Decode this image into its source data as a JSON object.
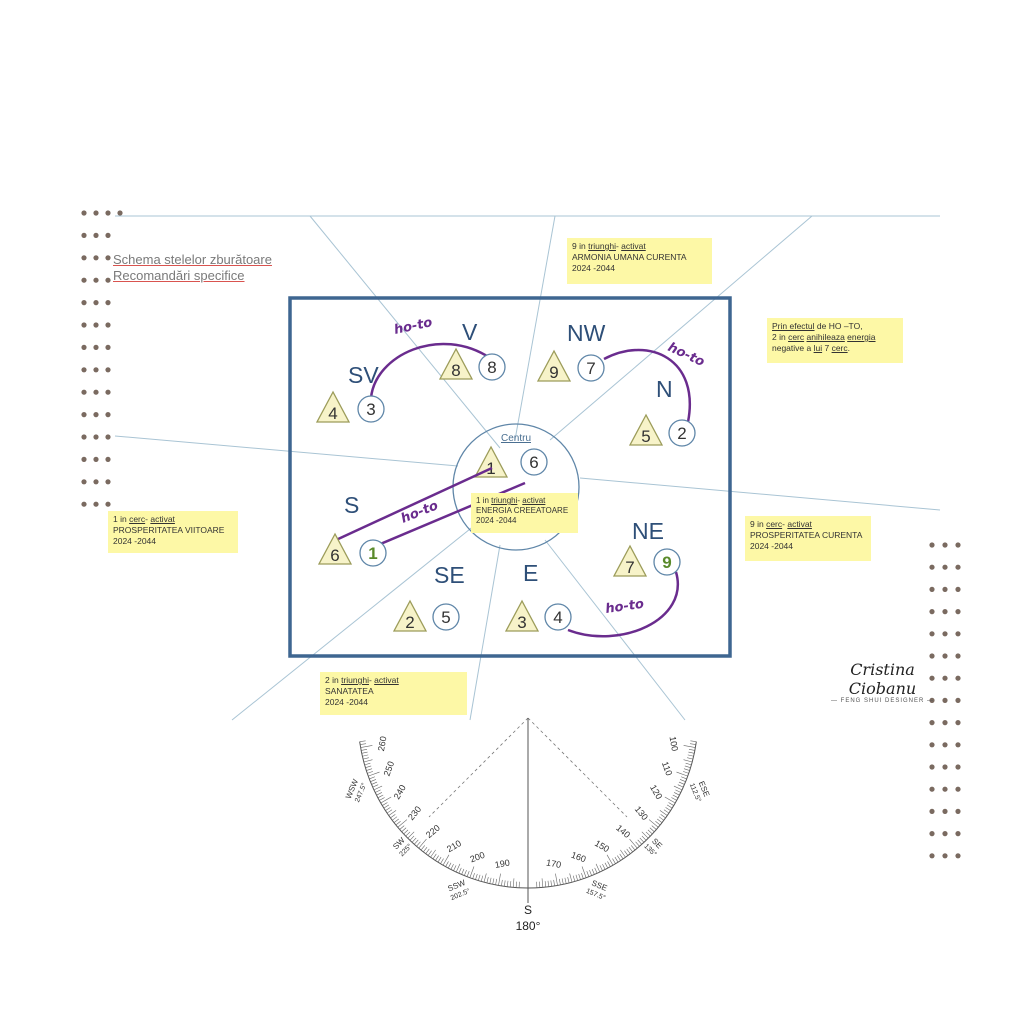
{
  "heading": {
    "line1": "Schema stelelor zburătoare",
    "line2": "Recomandări specifice"
  },
  "center": {
    "label": "Centru",
    "triangle": "1",
    "circle": "6"
  },
  "directions": [
    {
      "key": "sv",
      "label": "SV",
      "triangle": "4",
      "circle": "3",
      "highlight": false
    },
    {
      "key": "v",
      "label": "V",
      "triangle": "8",
      "circle": "8",
      "highlight": false
    },
    {
      "key": "nw",
      "label": "NW",
      "triangle": "9",
      "circle": "7",
      "highlight": false
    },
    {
      "key": "n",
      "label": "N",
      "triangle": "5",
      "circle": "2",
      "highlight": false
    },
    {
      "key": "s",
      "label": "S",
      "triangle": "6",
      "circle": "1",
      "highlight": true
    },
    {
      "key": "se",
      "label": "SE",
      "triangle": "2",
      "circle": "5",
      "highlight": false
    },
    {
      "key": "e",
      "label": "E",
      "triangle": "3",
      "circle": "4",
      "highlight": false
    },
    {
      "key": "ne",
      "label": "NE",
      "triangle": "7",
      "circle": "9",
      "highlight": true
    }
  ],
  "ho_to_label": "ho-to",
  "notes": {
    "armonia": {
      "lead": "9 in ",
      "u1": "triunghi",
      "mid": "- ",
      "u2": "activat",
      "line2": "ARMONIA UMANA CURENTA",
      "line3": "2024 -2044"
    },
    "hoto_effect": {
      "u1": "Prin efectul",
      "t1": " de HO –TO,",
      "t2": " 2 in ",
      "u2": "cerc",
      "t3": " ",
      "u3": "anihileaza",
      "t4": " ",
      "u4": "energia",
      "t5": "negative a ",
      "u5": "lui",
      "t6": " 7 ",
      "u6": "cerc",
      "t7": "."
    },
    "viitoare": {
      "lead": "1 in ",
      "u1": "cerc",
      "mid": "- ",
      "u2": "activat",
      "line2": "PROSPERITATEA VIITOARE",
      "line3": "2024 -2044"
    },
    "creatoare": {
      "lead": "1 in ",
      "u1": "triunghi",
      "mid": "- ",
      "u2": "activat",
      "line2": "ENERGIA CREEATOARE",
      "line3": "2024 -2044"
    },
    "curenta": {
      "lead": "9 in ",
      "u1": "cerc",
      "mid": "- ",
      "u2": "activat",
      "line2": "PROSPERITATEA CURENTA",
      "line3": "2024 -2044"
    },
    "sanatatea": {
      "lead": "2 in ",
      "u1": "triunghi",
      "mid": "- ",
      "u2": "activat",
      "line2": "SANATATEA",
      "line3": "2024 -2044"
    }
  },
  "compass": {
    "degree_labels": [
      "100",
      "110",
      "120",
      "130",
      "140",
      "150",
      "160",
      "170",
      "190",
      "200",
      "210",
      "220",
      "230",
      "240",
      "250",
      "260"
    ],
    "ese": {
      "name": "ESE",
      "deg": "112.5°"
    },
    "se": {
      "name": "SE",
      "deg": "135°"
    },
    "sse": {
      "name": "SSE",
      "deg": "157.5°"
    },
    "s_name": "S",
    "s_deg": "180°",
    "ssw": {
      "name": "SSW",
      "deg": "202.5°"
    },
    "sw": {
      "name": "SW",
      "deg": "225°"
    },
    "wsw": {
      "name": "WSW",
      "deg": "247.5°"
    }
  },
  "logo": {
    "signature": "Cristina Ciobanu",
    "subtitle": "FENG SHUI DESIGNER"
  },
  "colors": {
    "frame": "#3e6691",
    "label": "#2e4f78",
    "purple": "#6a2c8e",
    "highlight": "#5a8a2a",
    "triangle_fill": "#f7f3c9",
    "triangle_stroke": "#9c9c5a",
    "circle_stroke": "#5f86a8",
    "guide": "#a9c4d4",
    "note_bg": "#fdf8a6",
    "dots": "#7a6a60"
  }
}
